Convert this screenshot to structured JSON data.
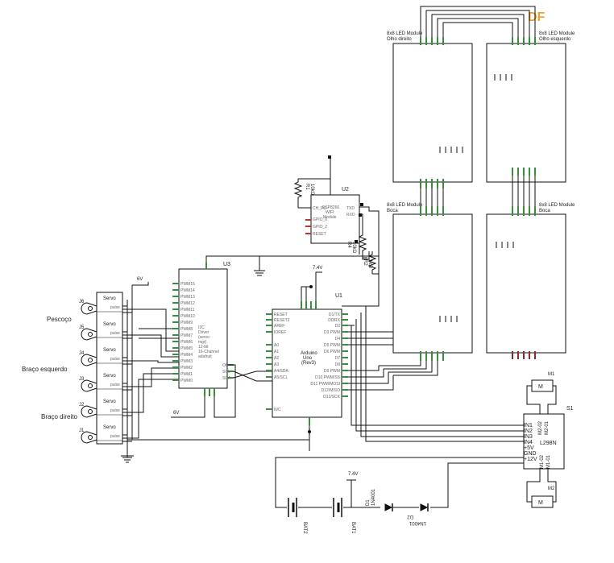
{
  "watermark": "DF",
  "colors": {
    "wire": "#111111",
    "pin": "#3a8f3a",
    "pin_red": "#8b2b2b",
    "watermark": "#f0a030"
  },
  "labels": {
    "pescoco": "Pescoço",
    "braco_esquerdo": "Braço esquerdo",
    "braco_direito": "Braço direito"
  },
  "servos": [
    {
      "ref": "J6",
      "name": "Servo",
      "pin": "pulse"
    },
    {
      "ref": "J5",
      "name": "Servo",
      "pin": "pulse"
    },
    {
      "ref": "J4",
      "name": "Servo",
      "pin": "pulse"
    },
    {
      "ref": "J3",
      "name": "Servo",
      "pin": "pulse"
    },
    {
      "ref": "J2",
      "name": "Servo",
      "pin": "pulse"
    },
    {
      "ref": "J1",
      "name": "Servo",
      "pin": "pulse"
    }
  ],
  "power_labels": {
    "v6_top": "6V",
    "v6_bottom": "6V",
    "v74_top": "7.4V",
    "v74_bottom": "7.4V"
  },
  "u3": {
    "ref": "U3",
    "name_lines": [
      "I2C",
      "Driver",
      "(servo",
      "mgr)",
      "12-bit",
      "16-Channel",
      "adafruit"
    ],
    "pins_left": [
      "PWM15",
      "PWM14",
      "PWM13",
      "PWM12",
      "PWM11",
      "PWM10",
      "PWM9",
      "PWM8",
      "PWM7",
      "PWM6",
      "PWM5",
      "PWM4",
      "PWM3",
      "PWM2",
      "PWM1",
      "PWM0"
    ],
    "pins_right": [
      "OE",
      "SCL",
      "SDA"
    ]
  },
  "u2": {
    "ref": "U2",
    "name_lines": [
      "ESP8266",
      "WIFI",
      "Module"
    ],
    "pins_left": [
      "CH_PD",
      "GPIO_0",
      "GPIO_2",
      "RESET"
    ],
    "pins_right": [
      "TXD",
      "RXD"
    ]
  },
  "u1": {
    "ref": "U1",
    "name_lines": [
      "Arduino",
      "Uno",
      "(Rev3)"
    ],
    "pins_left": [
      "RESET",
      "RESET2",
      "AREF",
      "IOREF",
      "A0",
      "A1",
      "A2",
      "A3",
      "A4/SDA",
      "A5/SCL",
      "N/C"
    ],
    "pins_right": [
      "D1/TX",
      "D0/RX",
      "D2",
      "D3 PWM",
      "D4",
      "D5 PWM",
      "D6 PWM",
      "D7",
      "D8",
      "D9 PWM",
      "D10 PWM/SS",
      "D11 PWM/MOSI",
      "D12/MISO",
      "D13/SCK"
    ]
  },
  "resistors": [
    {
      "ref": "R1",
      "value": "10kΩ"
    },
    {
      "ref": "R4",
      "value": "10kΩ"
    },
    {
      "ref": "R2",
      "value": "1kΩ"
    }
  ],
  "led_modules": [
    {
      "title": "8x8 LED Module",
      "sub": "Olho direito"
    },
    {
      "title": "8x8 LED Module",
      "sub": "Olho esquerdo"
    },
    {
      "title": "8x8 LED Module",
      "sub": "Boca"
    },
    {
      "title": "8x8 LED Module",
      "sub": "Boca"
    }
  ],
  "l298n": {
    "ref": "S1",
    "name": "L298N",
    "pins_left": [
      "IN1",
      "IN2",
      "IN3",
      "IN4",
      "+5V",
      "GND",
      "+12V"
    ],
    "pins_top": [
      "M2-02",
      "M2-01"
    ],
    "pins_bottom": [
      "M1-02",
      "M1-01"
    ]
  },
  "motors": [
    {
      "ref": "M1",
      "name": "M"
    },
    {
      "ref": "M2",
      "name": "M"
    }
  ],
  "batteries": [
    {
      "ref": "BAT2"
    },
    {
      "ref": "BAT1"
    }
  ],
  "diodes": [
    {
      "ref": "D1",
      "part": "1N4001"
    },
    {
      "ref": "D2",
      "part": "1N4001"
    }
  ]
}
